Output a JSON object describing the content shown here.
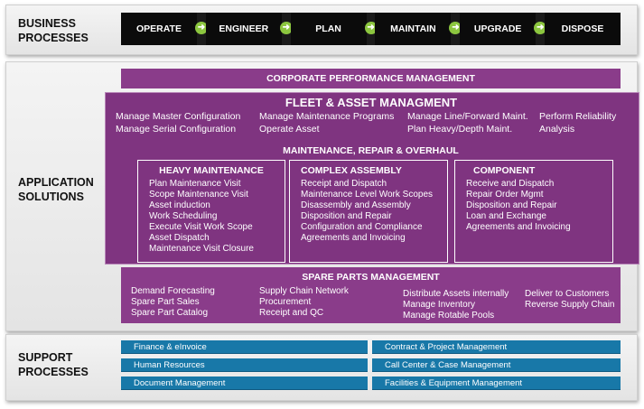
{
  "business": {
    "label": "BUSINESS\nPROCESSES",
    "steps": [
      "OPERATE",
      "ENGINEER",
      "PLAN",
      "MAINTAIN",
      "UPGRADE",
      "DISPOSE"
    ]
  },
  "application": {
    "label": "APPLICATION\nSOLUTIONS",
    "corporate": "CORPORATE PERFORMANCE MANAGEMENT",
    "fleet": {
      "title": "FLEET & ASSET MANAGMENT",
      "columns": [
        [
          "Manage Master Configuration",
          "Manage Serial Configuration"
        ],
        [
          "Manage Maintenance Programs",
          "Operate Asset"
        ],
        [
          "Manage Line/Forward Maint.",
          "Plan Heavy/Depth Maint."
        ],
        [
          "Perform Reliability",
          "Analysis"
        ]
      ]
    },
    "mro": {
      "title": "MAINTENANCE, REPAIR & OVERHAUL",
      "boxes": [
        {
          "title": "HEAVY MAINTENANCE",
          "items": [
            "Plan Maintenance Visit",
            "Scope Maintenance Visit",
            "Asset induction",
            "Work Scheduling",
            "Execute Visit Work Scope",
            "Asset Dispatch",
            "Maintenance Visit Closure"
          ]
        },
        {
          "title": "COMPLEX ASSEMBLY",
          "items": [
            "Receipt and Dispatch",
            "Maintenance Level Work Scopes",
            "Disassembly and Assembly",
            "Disposition and Repair",
            "Configuration and Compliance",
            "Agreements and Invoicing"
          ]
        },
        {
          "title": "COMPONENT",
          "items": [
            "Receive and Dispatch",
            "Repair Order Mgmt",
            "Disposition and Repair",
            "Loan and Exchange",
            "Agreements and Invoicing"
          ]
        }
      ]
    },
    "spare": {
      "title": "SPARE PARTS MANAGEMENT",
      "columns": [
        [
          "Demand Forecasting",
          "Spare Part Sales",
          "Spare Part Catalog"
        ],
        [
          "Supply Chain Network",
          "Procurement",
          "Receipt and QC"
        ],
        [
          "Distribute Assets internally",
          "Manage Inventory",
          "Manage Rotable Pools"
        ],
        [
          "Deliver to Customers",
          "Reverse Supply Chain"
        ]
      ]
    }
  },
  "support": {
    "label": "SUPPORT\nPROCESSES",
    "left": [
      "Finance & eInvoice",
      "Human Resources",
      "Document Management"
    ],
    "right": [
      "Contract & Project Management",
      "Call Center & Case Management",
      "Facilities & Equipment Management"
    ]
  },
  "colors": {
    "purple": "#8a3c8a",
    "purple_dark": "#7f3480",
    "blue": "#1878a8",
    "arrow_green": "#8cc63f",
    "black_bar": "#0b0b0b"
  }
}
